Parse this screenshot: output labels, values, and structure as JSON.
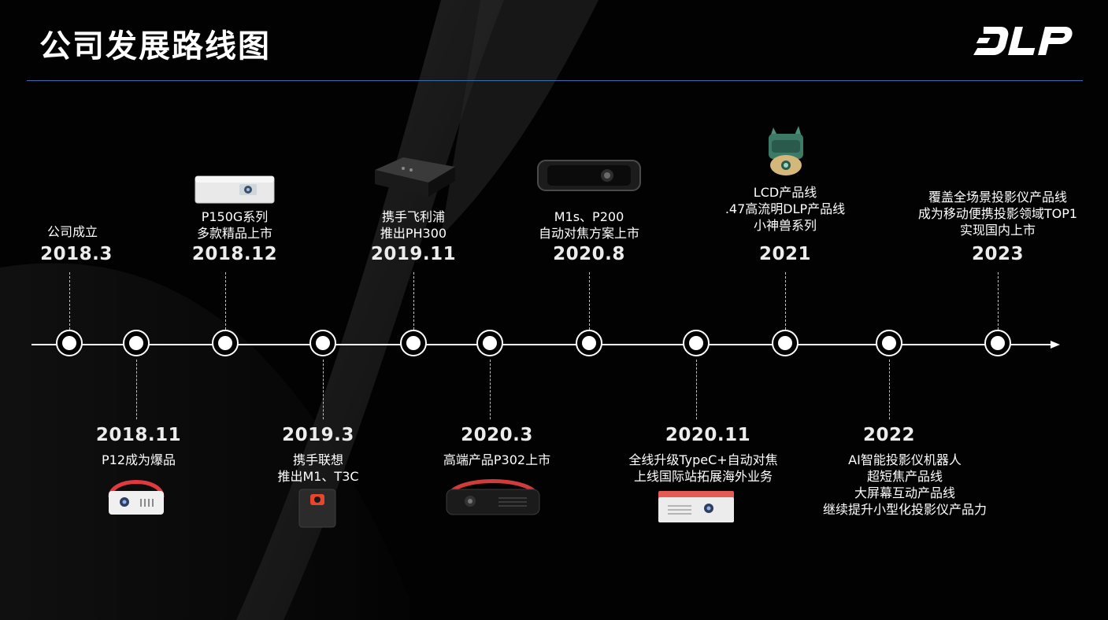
{
  "header": {
    "title": "公司发展路线图",
    "logo_text": "DLP"
  },
  "colors": {
    "background": "#020202",
    "accent_line": "#3a6ea8",
    "axis": "#ffffff"
  },
  "timeline": {
    "above": [
      {
        "year": "2018.3",
        "desc": "公司成立"
      },
      {
        "year": "2018.12",
        "desc": "P150G系列\n多款精品上市",
        "product_icon": "projector-white-box"
      },
      {
        "year": "2019.11",
        "desc": "携手飞利浦\n推出PH300",
        "product_icon": "projector-black-slim"
      },
      {
        "year": "2020.8",
        "desc": "M1s、P200\n自动对焦方案上市",
        "product_icon": "projector-black-round"
      },
      {
        "year": "2021",
        "desc": "LCD产品线\n.47高流明DLP产品线\n小神兽系列",
        "product_icon": "projector-green-creature"
      },
      {
        "year": "2023",
        "desc": "覆盖全场景投影仪产品线\n成为移动便携投影领域TOP1\n实现国内上市"
      }
    ],
    "below": [
      {
        "year": "2018.11",
        "desc": "P12成为爆品",
        "product_icon": "projector-red-handle-white"
      },
      {
        "year": "2019.3",
        "desc": "携手联想\n推出M1、T3C",
        "product_icon": "projector-black-cube"
      },
      {
        "year": "2020.3",
        "desc": "高端产品P302上市",
        "product_icon": "projector-black-red-handle"
      },
      {
        "year": "2020.11",
        "desc": "全线升级TypeC+自动对焦\n上线国际站拓展海外业务",
        "product_icon": "projector-red-white-box"
      },
      {
        "year": "2022",
        "desc": "AI智能投影仪机器人\n超短焦产品线\n大屏幕互动产品线\n继续提升小型化投影仪产品力"
      }
    ]
  }
}
